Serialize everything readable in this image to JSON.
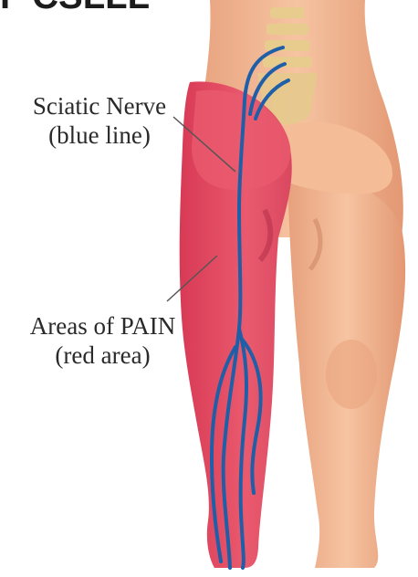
{
  "heading_fragment": "Γ CSLLL",
  "labels": {
    "sciatic_nerve_line1": "Sciatic Nerve",
    "sciatic_nerve_line2": "(blue line)",
    "pain_line1": "Areas of PAIN",
    "pain_line2": "(red area)"
  },
  "colors": {
    "skin": "#f2b38c",
    "skin_shadow": "#d98b66",
    "pain_red": "#e2485f",
    "pain_red_dark": "#c4324a",
    "nerve_blue": "#1f5fa8",
    "spine": "#e6c98c",
    "leader_line": "#555555"
  }
}
